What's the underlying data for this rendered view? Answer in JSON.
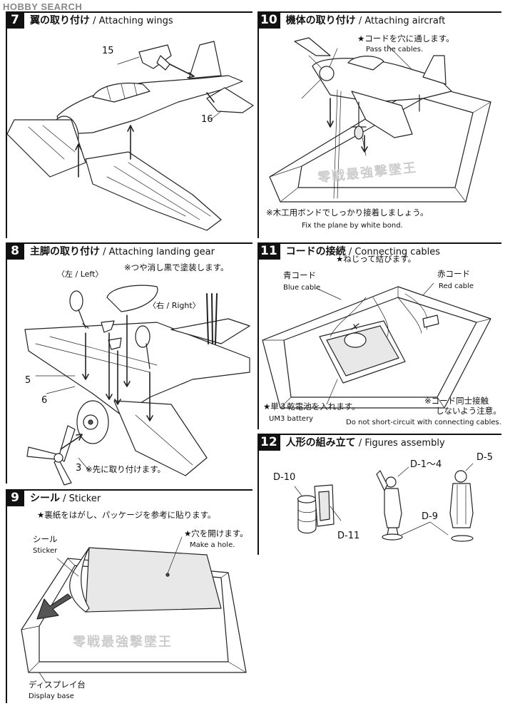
{
  "watermark": "HOBBY SEARCH",
  "steps": [
    {
      "num": "7",
      "title_jp": "翼の取り付け",
      "title_en": "/ Attaching wings",
      "labels": {
        "p15": "15",
        "p16": "16"
      }
    },
    {
      "num": "8",
      "title_jp": "主脚の取り付け",
      "title_en": "/ Attaching landing gear",
      "labels": {
        "left": "〈左 / Left〉",
        "right": "〈右 / Right〉",
        "paint": "※つや消し黒で塗装します。",
        "p5": "5",
        "p6": "6",
        "p3": "3",
        "first": "※先に取り付けます。"
      }
    },
    {
      "num": "9",
      "title_jp": "シール",
      "title_en": "/ Sticker",
      "labels": {
        "peel": "★裏紙をはがし、パッケージを参考に貼ります。",
        "sticker_jp": "シール",
        "sticker_en": "Sticker",
        "hole_jp": "★穴を開けます。",
        "hole_en": "Make a hole.",
        "base_jp": "ディスプレイ台",
        "base_en": "Display base",
        "base_text": "零戦最強撃墜王"
      }
    },
    {
      "num": "10",
      "title_jp": "機体の取り付け",
      "title_en": "/ Attaching aircraft",
      "labels": {
        "pass_jp": "★コードを穴に通します。",
        "pass_en": "Pass the cables.",
        "bond_jp": "※木工用ボンドでしっかり接着しましょう。",
        "bond_en": "Fix the plane by white bond.",
        "base_text": "零戦最強撃墜王"
      }
    },
    {
      "num": "11",
      "title_jp": "コードの接続",
      "title_en": "/ Connecting cables",
      "labels": {
        "twist": "★ねじって結びます。",
        "blue_jp": "青コード",
        "blue_en": "Blue cable",
        "red_jp": "赤コード",
        "red_en": "Red cable",
        "batt_jp": "★単３乾電池を入れます。",
        "batt_en": "UM3 battery",
        "short_jp1": "※コード同士接触",
        "short_jp2": "しないよう注意。",
        "short_en": "Do not short-circuit with connecting cables."
      }
    },
    {
      "num": "12",
      "title_jp": "人形の組み立て",
      "title_en": "/ Figures assembly",
      "labels": {
        "d10": "D-10",
        "d11": "D-11",
        "d14": "D-1～4",
        "d5": "D-5",
        "d9": "D-9"
      }
    }
  ]
}
